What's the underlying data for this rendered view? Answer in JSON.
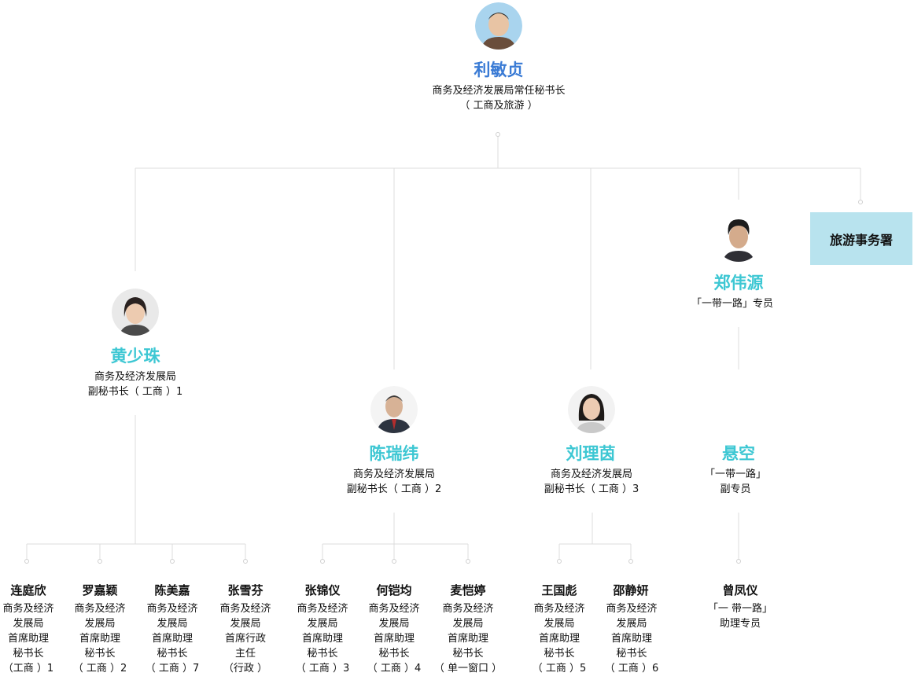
{
  "colors": {
    "name_main": "#3a7bd5",
    "name_accent": "#3dc7d3",
    "line": "#dcdcdc",
    "box_bg": "#b8e3ee"
  },
  "top": {
    "name": "利敏贞",
    "title": "商务及经济发展局常任秘书长\n（ 工商及旅游 ）"
  },
  "tourism_box": {
    "label": "旅游事务署"
  },
  "deputies": [
    {
      "key": "huang",
      "name": "黄少珠",
      "title": "商务及经济发展局\n副秘书长（ 工商 ）1"
    },
    {
      "key": "chen",
      "name": "陈瑞纬",
      "title": "商务及经济发展局\n副秘书长（ 工商 ）2"
    },
    {
      "key": "liu",
      "name": "刘理茵",
      "title": "商务及经济发展局\n副秘书长（ 工商 ）3"
    },
    {
      "key": "zheng",
      "name": "郑伟源",
      "title": "「一带一路」专员"
    },
    {
      "key": "vacant",
      "name": "悬空",
      "title": "「一带一路」\n副专员"
    }
  ],
  "staff": [
    {
      "name": "连庭欣",
      "title": "商务及经济\n发展局\n首席助理\n秘书长\n（工商 ）1"
    },
    {
      "name": "罗嘉颖",
      "title": "商务及经济\n发展局\n首席助理\n秘书长\n（ 工商 ）2"
    },
    {
      "name": "陈美嘉",
      "title": "商务及经济\n发展局\n首席助理\n秘书长\n（ 工商 ）7"
    },
    {
      "name": "张雪芬",
      "title": "商务及经济\n发展局\n首席行政\n主任\n（行政 ）"
    },
    {
      "name": "张锦仪",
      "title": "商务及经济\n发展局\n首席助理\n秘书长\n（ 工商 ）3"
    },
    {
      "name": "何铠均",
      "title": "商务及经济\n发展局\n首席助理\n秘书长\n（ 工商 ）4"
    },
    {
      "name": "麦恺婷",
      "title": "商务及经济\n发展局\n首席助理\n秘书长\n（ 单一窗口 ）"
    },
    {
      "name": "王国彪",
      "title": "商务及经济\n发展局\n首席助理\n秘书长\n（ 工商 ）5"
    },
    {
      "name": "邵静妍",
      "title": "商务及经济\n发展局\n首席助理\n秘书长\n（ 工商 ）6"
    },
    {
      "name": "曾凤仪",
      "title": "「一 带一路」\n助理专员"
    }
  ]
}
